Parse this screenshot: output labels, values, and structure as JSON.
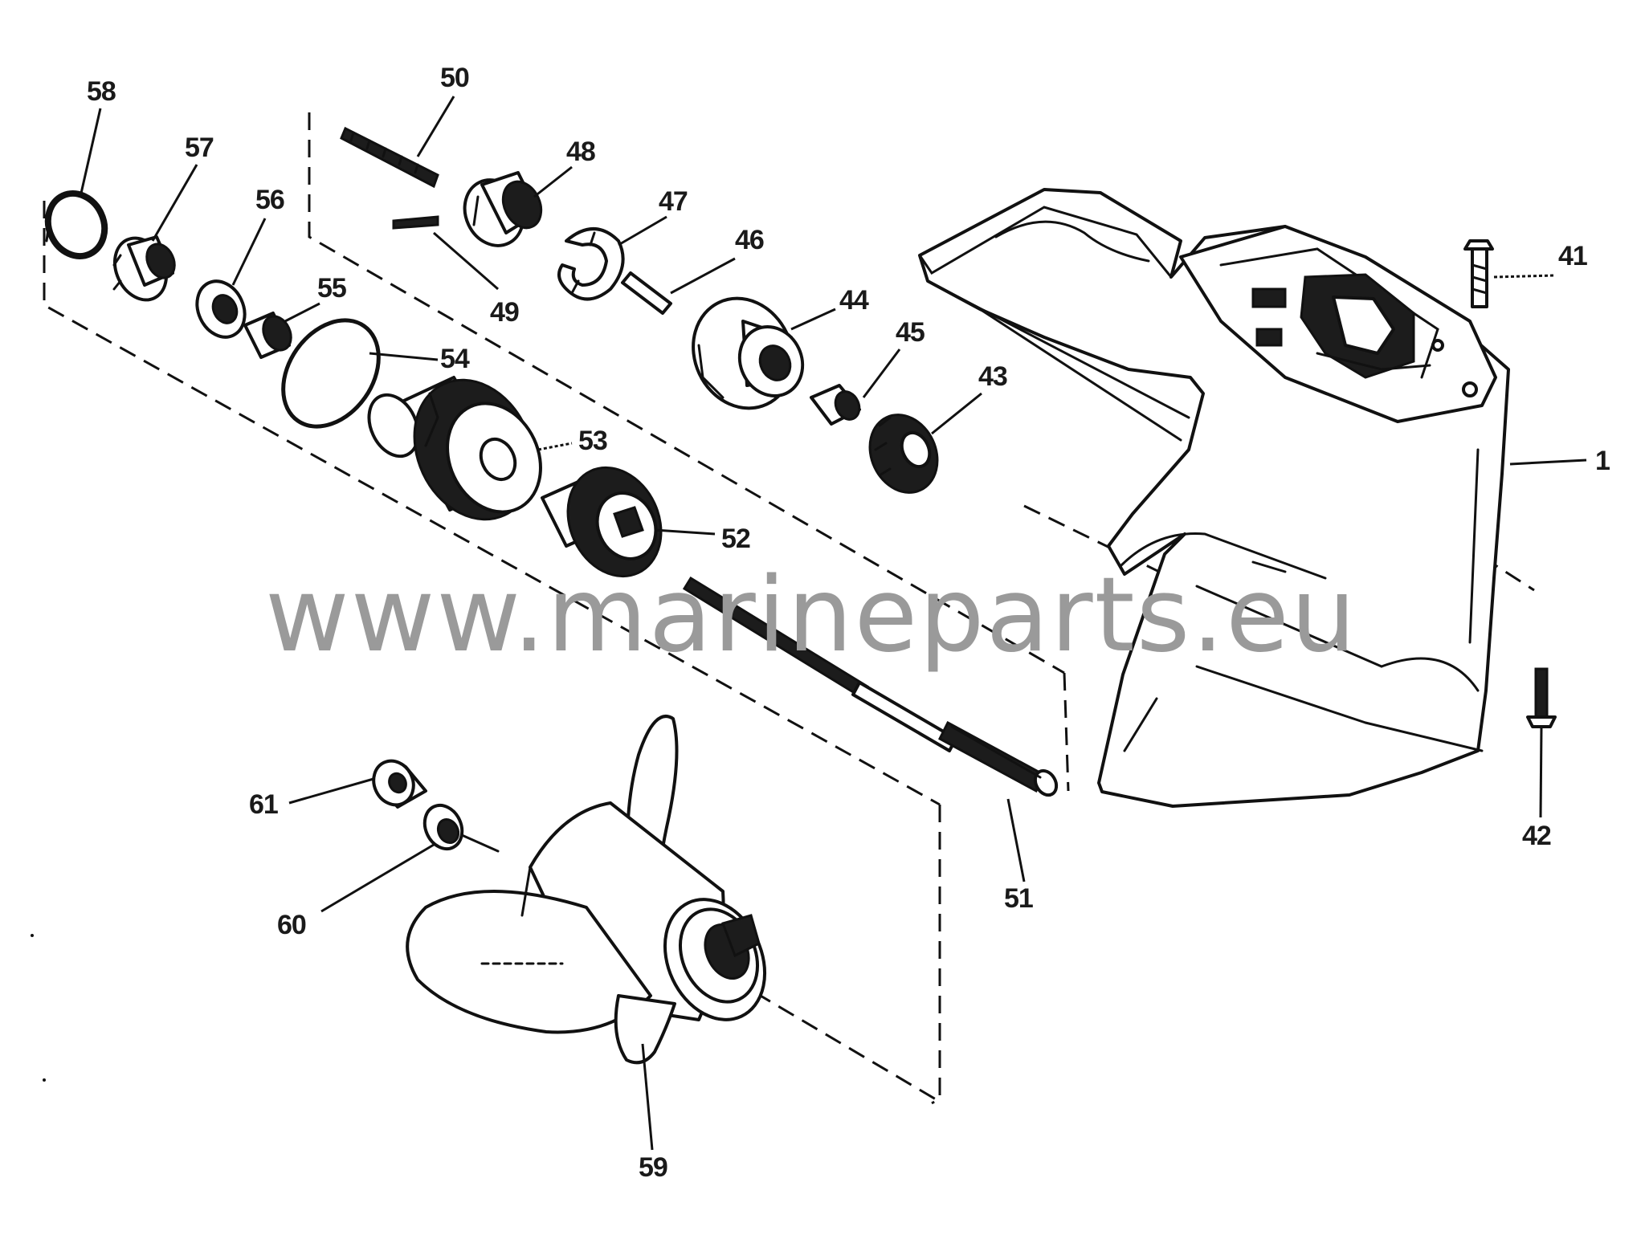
{
  "watermark": "www.marineparts.eu",
  "labels": {
    "p1": "1",
    "p41": "41",
    "p42": "42",
    "p43": "43",
    "p44": "44",
    "p45": "45",
    "p46": "46",
    "p47": "47",
    "p48": "48",
    "p49": "49",
    "p50": "50",
    "p51": "51",
    "p52": "52",
    "p53": "53",
    "p54": "54",
    "p55": "55",
    "p56": "56",
    "p57": "57",
    "p58": "58",
    "p59": "59",
    "p60": "60",
    "p61": "61"
  },
  "colors": {
    "ink": "#111111",
    "watermark": "#9a9a9a",
    "background": "#ffffff"
  }
}
